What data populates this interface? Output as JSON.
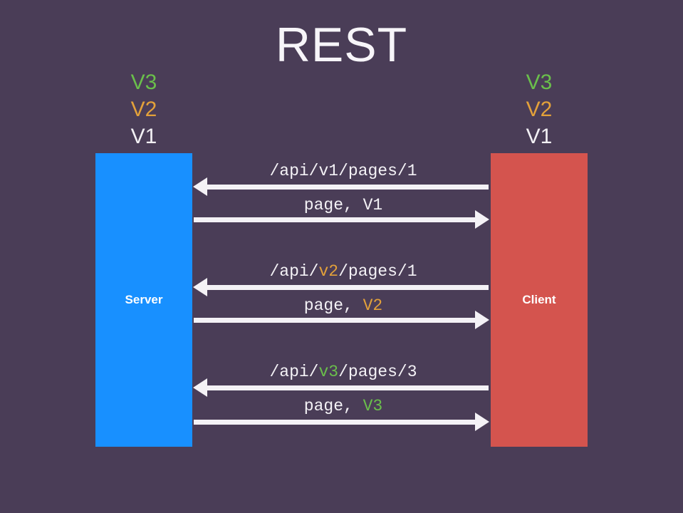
{
  "slide": {
    "title": "REST",
    "background_color": "#4a3d57"
  },
  "colors": {
    "v1": "#f2f0f4",
    "v2": "#e3a13a",
    "v3": "#6abf4b",
    "server_box": "#1890ff",
    "client_box": "#d4544e",
    "arrow": "#f4f2f6"
  },
  "versions_left": {
    "v3": "V3",
    "v2": "V2",
    "v1": "V1"
  },
  "versions_right": {
    "v3": "V3",
    "v2": "V2",
    "v1": "V1"
  },
  "nodes": {
    "server_label": "Server",
    "client_label": "Client"
  },
  "exchanges": [
    {
      "request_prefix": "/api/",
      "request_version": "v1",
      "request_suffix": "/pages/1",
      "request_version_color": "v1",
      "response_prefix": "page, ",
      "response_version": "V1",
      "response_version_color": "v1"
    },
    {
      "request_prefix": "/api/",
      "request_version": "v2",
      "request_suffix": "/pages/1",
      "request_version_color": "v2",
      "response_prefix": "page, ",
      "response_version": "V2",
      "response_version_color": "v2"
    },
    {
      "request_prefix": "/api/",
      "request_version": "v3",
      "request_suffix": "/pages/3",
      "request_version_color": "v3",
      "response_prefix": "page, ",
      "response_version": "V3",
      "response_version_color": "v3"
    }
  ]
}
